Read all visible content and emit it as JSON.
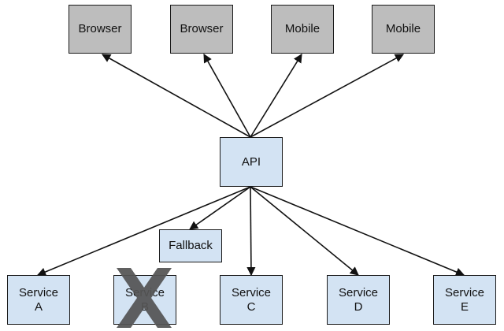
{
  "clients": [
    {
      "label": "Browser"
    },
    {
      "label": "Browser"
    },
    {
      "label": "Mobile"
    },
    {
      "label": "Mobile"
    }
  ],
  "api": {
    "label": "API"
  },
  "fallback": {
    "label": "Fallback"
  },
  "services": [
    {
      "line1": "Service",
      "line2": "A",
      "failed": false
    },
    {
      "line1": "Service",
      "line2": "B",
      "failed": true
    },
    {
      "line1": "Service",
      "line2": "C",
      "failed": false
    },
    {
      "line1": "Service",
      "line2": "D",
      "failed": false
    },
    {
      "line1": "Service",
      "line2": "E",
      "failed": false
    }
  ],
  "colors": {
    "client_fill": "#bdbdbd",
    "service_fill": "#d3e3f3",
    "border": "#1a1a1a",
    "arrow": "#111111",
    "fail_mark": "#555555"
  },
  "icons": {
    "failure": "x-mark-icon"
  }
}
